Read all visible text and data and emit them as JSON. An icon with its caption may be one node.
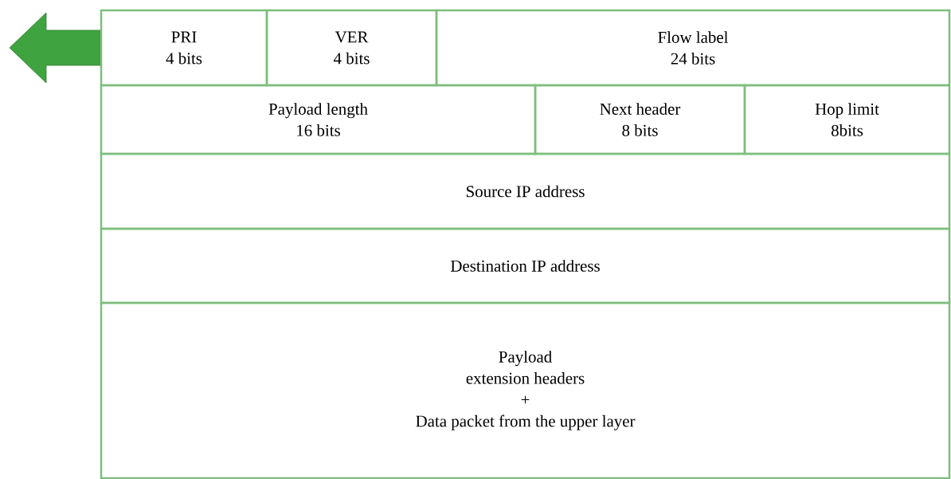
{
  "diagram": {
    "nodes": [
      {
        "text": [
          "PRI",
          "4 bits"
        ]
      },
      {
        "text": [
          "VER",
          "4 bits"
        ]
      },
      {
        "text": [
          "Flow label",
          "24 bits"
        ]
      },
      {
        "text": [
          "Payload length",
          "16 bits"
        ]
      },
      {
        "text": [
          "Next header",
          "8 bits"
        ]
      },
      {
        "text": [
          "Hop limit",
          "8bits"
        ]
      },
      {
        "text": [
          "Source IP address"
        ]
      },
      {
        "text": [
          "Destination IP address"
        ]
      },
      {
        "text": [
          "Payload",
          "extension headers",
          "+",
          "Data packet from the upper layer"
        ]
      }
    ],
    "edges": []
  }
}
